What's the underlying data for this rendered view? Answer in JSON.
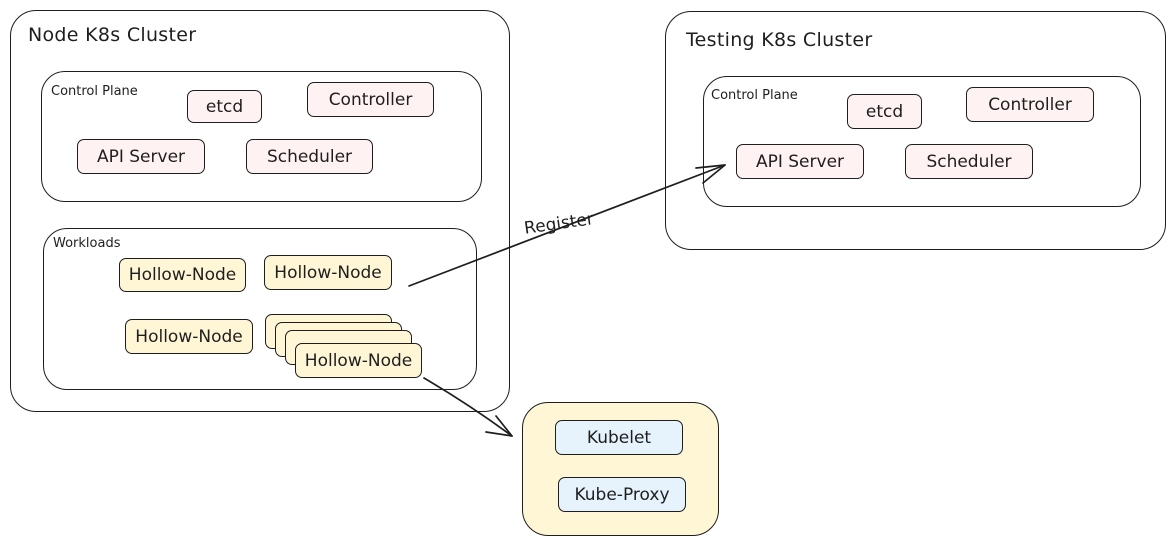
{
  "node_cluster": {
    "title": "Node K8s Cluster",
    "control_plane": {
      "title": "Control Plane",
      "etcd": "etcd",
      "controller": "Controller",
      "api_server": "API Server",
      "scheduler": "Scheduler"
    },
    "workloads": {
      "title": "Workloads",
      "hollow_nodes": [
        "Hollow-Node",
        "Hollow-Node",
        "Hollow-Node",
        "Hollow-Node"
      ]
    }
  },
  "testing_cluster": {
    "title": "Testing K8s Cluster",
    "control_plane": {
      "title": "Control Plane",
      "etcd": "etcd",
      "controller": "Controller",
      "api_server": "API Server",
      "scheduler": "Scheduler"
    }
  },
  "components": {
    "kubelet": "Kubelet",
    "kube_proxy": "Kube-Proxy"
  },
  "edges": {
    "register": "Register"
  },
  "colors": {
    "stroke": "#1e1e1e",
    "control_plane_fill": "#fff2f2",
    "hollow_node_fill": "#fff6d6",
    "component_fill": "#e6f3fd"
  }
}
